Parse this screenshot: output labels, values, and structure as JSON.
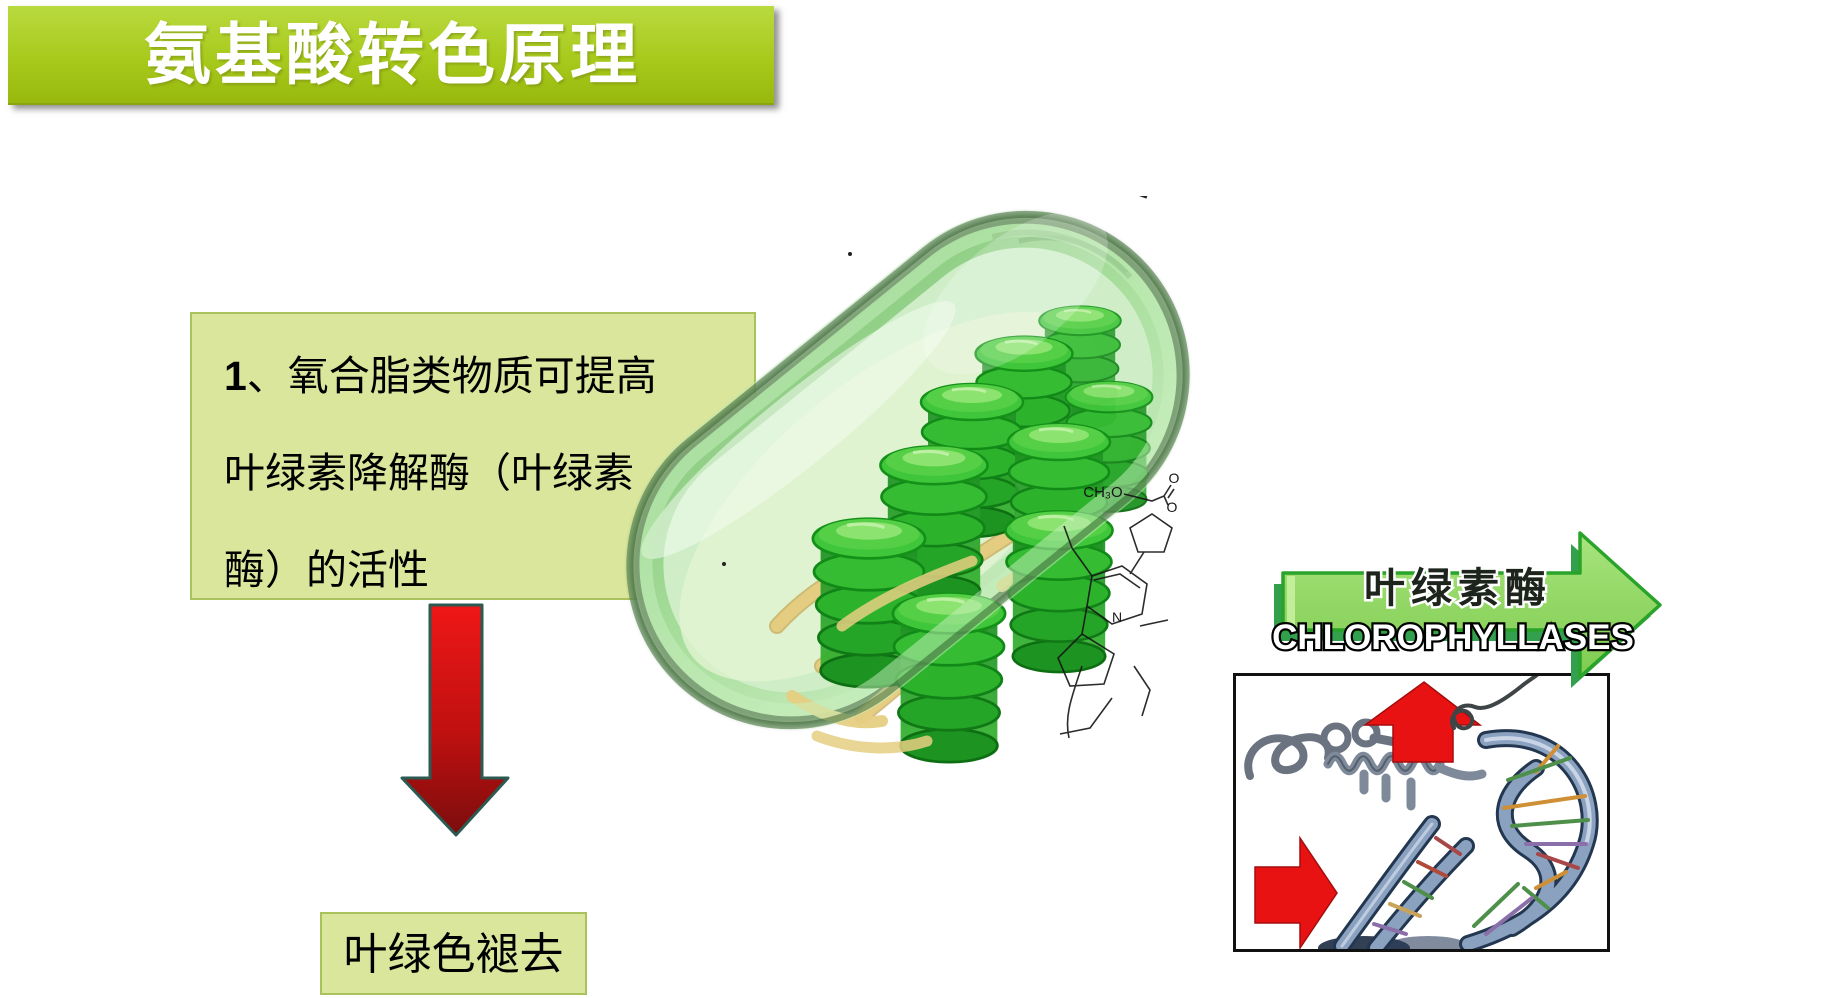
{
  "banner": {
    "title": "氨基酸转色原理",
    "bg_top": "#b9da3e",
    "bg_bottom": "#98b80d",
    "text_color": "#ffffff"
  },
  "point_box": {
    "number": "1",
    "line1_rest": "、氧合脂类物质可提高",
    "line2": "叶绿素降解酶（叶绿素",
    "line3": "酶）的活性",
    "fill": "#d9e69b",
    "border": "#a9c25c"
  },
  "result_box": {
    "text": "叶绿色褪去",
    "fill": "#d9e69b",
    "border": "#a9c25c"
  },
  "down_arrow": {
    "color_top": "#ef1717",
    "color_bottom": "#7c0d0d",
    "outline": "#2a5a52"
  },
  "enzyme_arrow": {
    "label_zh": "叶绿素酶",
    "label_en": "CHLOROPHYLLASES",
    "fill": "#92d765",
    "outline": "#2aa32a",
    "shadow": "#33a04d"
  },
  "chloroplast": {
    "molecule_labels": {
      "ch3o": "CH₃O",
      "o_top": "O",
      "o_right": "O",
      "n": "N"
    },
    "membrane_color": "#9ad48e",
    "granum_color": "#2db22c",
    "tubule_color": "#e6cf82"
  },
  "dna_figure": {
    "arrow_color": "#e81212",
    "ribbon_color": "#8ba1c0",
    "rung_colors": [
      "#cf8f35",
      "#4e8f4a",
      "#8a6fa8",
      "#a84747"
    ]
  }
}
